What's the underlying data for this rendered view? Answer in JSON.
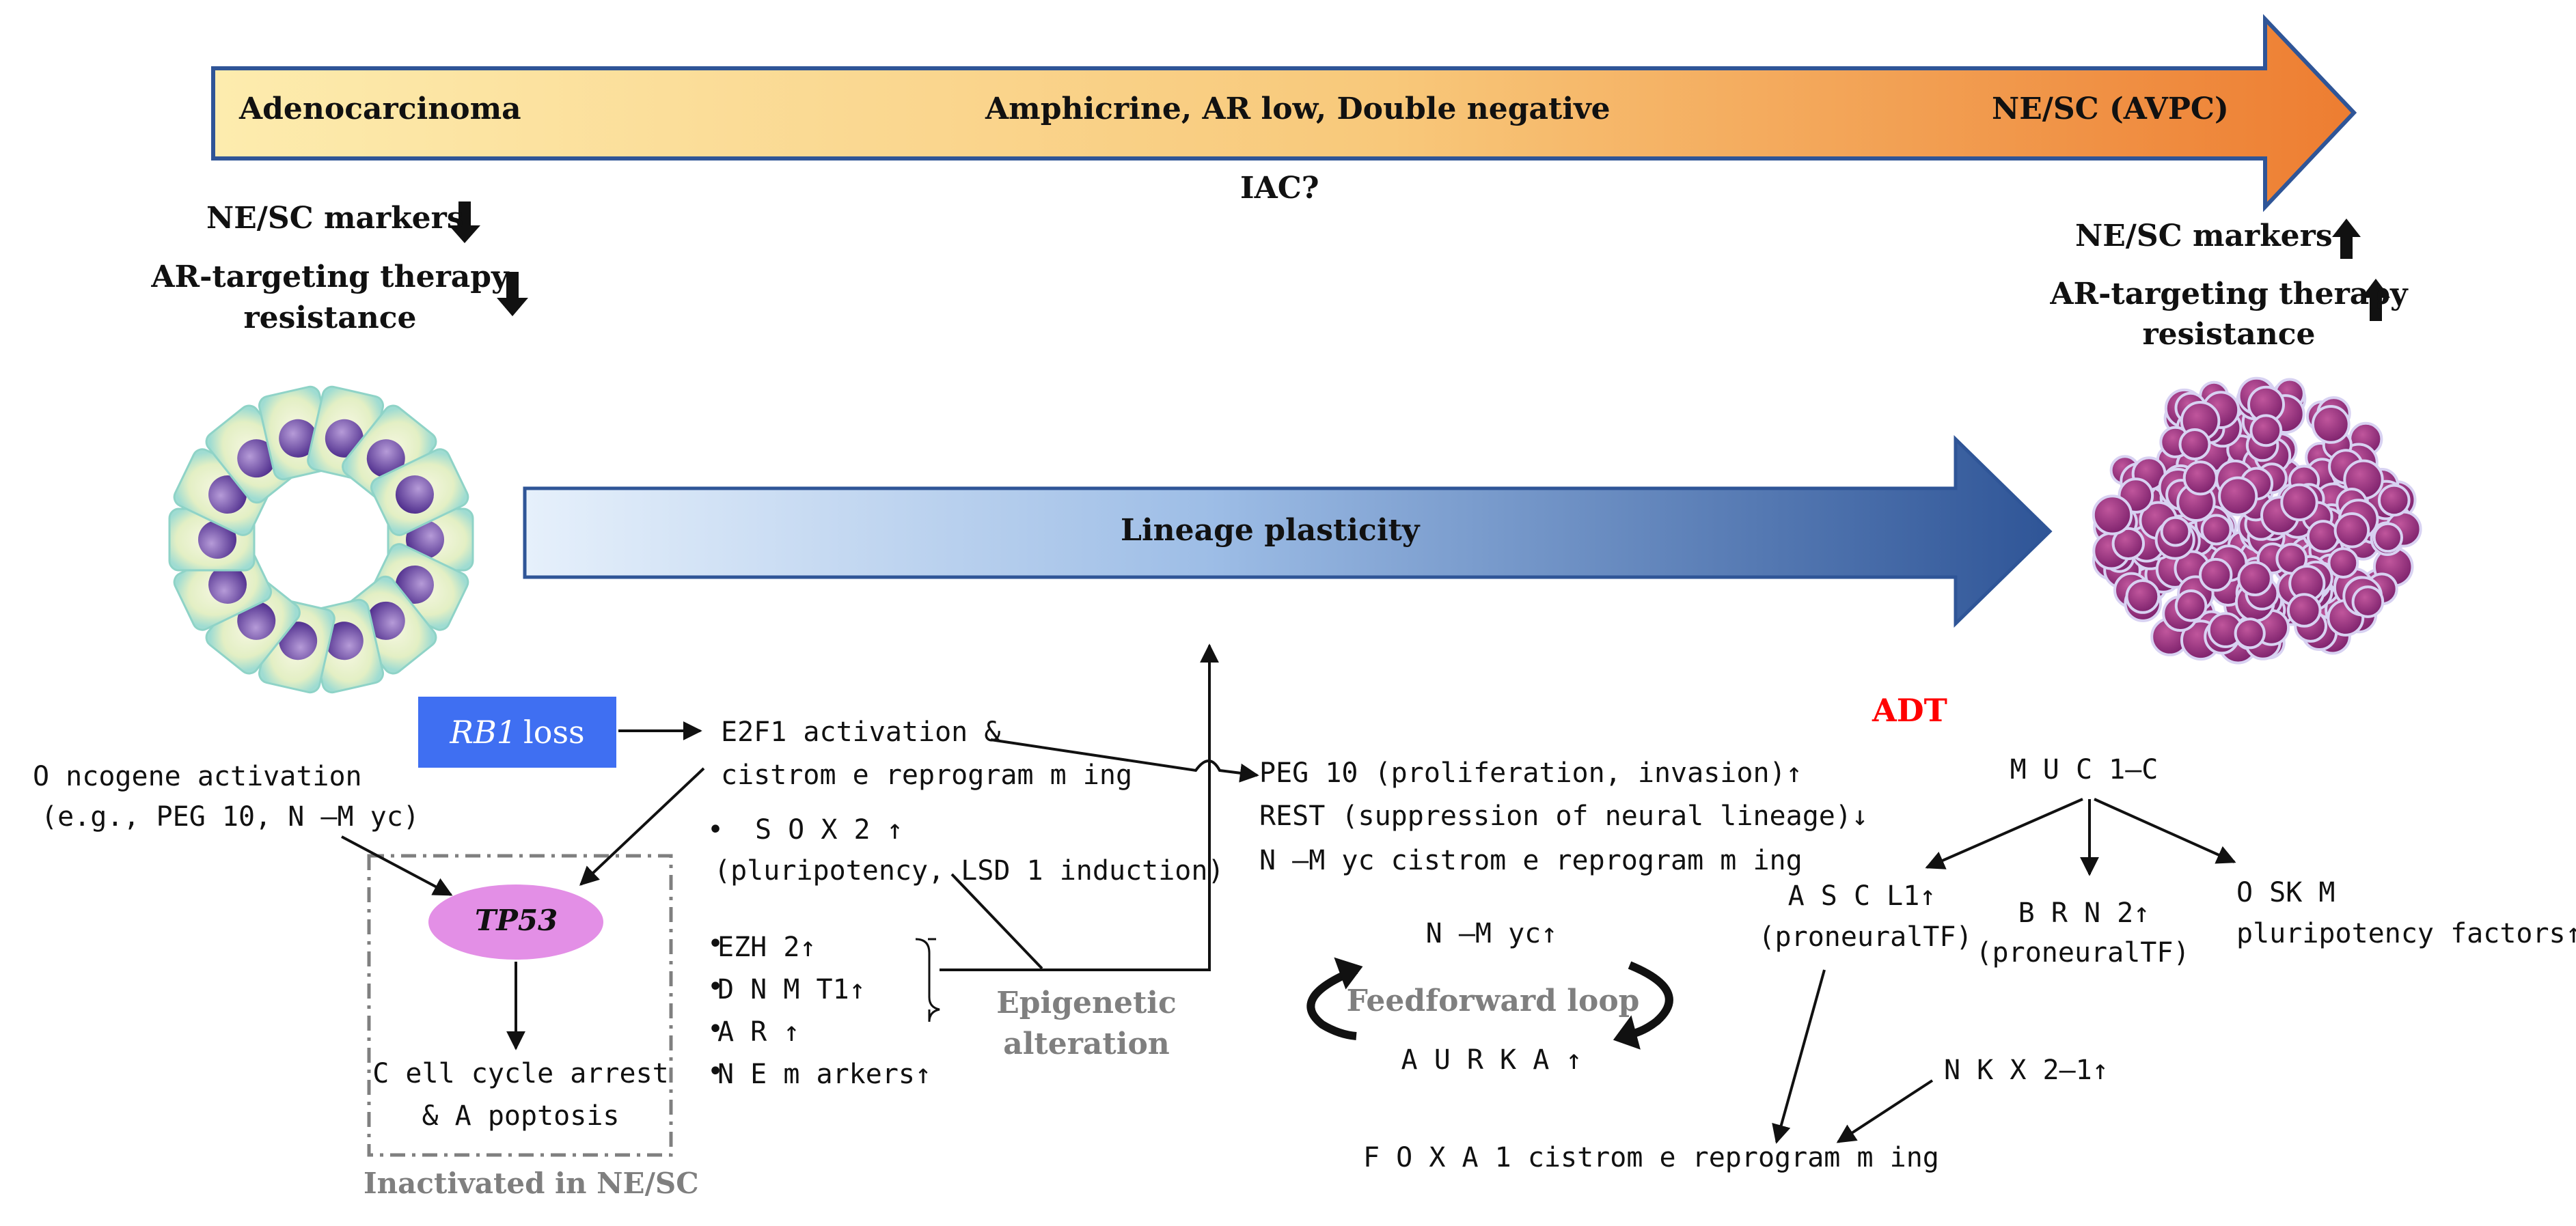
{
  "progression": {
    "stage_left": "Adenocarcinoma",
    "stage_middle": "Amphicrine, AR low,  Double negative",
    "stage_right": "NE/SC (AVPC)",
    "iac": "IAC?",
    "gradient_colors": [
      "#fdecae",
      "#ed7d31"
    ]
  },
  "left_cell": {
    "markers": "NE/SC markers",
    "resistance_line1": "AR-targeting therapy",
    "resistance_line2": "resistance"
  },
  "right_cell": {
    "markers": "NE/SC markers",
    "resistance_line1": "AR-targeting therapy",
    "resistance_line2": "resistance"
  },
  "lineage": {
    "label": "Lineage plasticity",
    "gradient_colors": [
      "#e6f0fb",
      "#2f5597"
    ]
  },
  "adt": {
    "label": "ADT",
    "color": "#ff0000"
  },
  "rb1": {
    "gene": "RB1",
    "suffix": "loss",
    "color": "#3f6ff2"
  },
  "e2f1": {
    "line1": "E2F1 activation &",
    "line2": "cistrom e reprogram m ing"
  },
  "oncogene": {
    "line1": "O ncogene activation",
    "line2": "(e.g., PEG 10, N –M yc)"
  },
  "tp53": {
    "label": "TP53",
    "color": "#e38fe6"
  },
  "cell_cycle": {
    "line1": "C ell cycle arrest",
    "line2": "& A poptosis"
  },
  "inactivated": "Inactivated in NE/SC",
  "sox2": {
    "line1": "S O X 2 ↑",
    "line2": "(pluripotency, LSD 1 induction)"
  },
  "epigenetic_list": [
    "EZH 2↑",
    "D N M T1↑",
    "A R ↑",
    "N E m arkers↑"
  ],
  "epigenetic_label": {
    "line1": "Epigenetic",
    "line2": "alteration"
  },
  "peg10_block": [
    "PEG 10 (proliferation, invasion)↑",
    "REST (suppression of neural lineage)↓",
    "N –M yc cistrom e reprogram m ing"
  ],
  "feedforward": {
    "top": "N –M yc↑",
    "label": "Feedforward loop",
    "bottom": "A U R K A ↑"
  },
  "muc1c": "M U C 1–C",
  "ascl1": {
    "line1": "A S C L1↑",
    "line2": "(proneuralTF)"
  },
  "brn2": {
    "line1": "B R N 2↑",
    "line2": "(proneuralTF)"
  },
  "oskm": {
    "line1": "O SK M",
    "line2": "pluripotency factors↑"
  },
  "nkx21": "N K X 2–1↑",
  "foxa1": "F O X A 1 cistrom e reprogram m ing"
}
